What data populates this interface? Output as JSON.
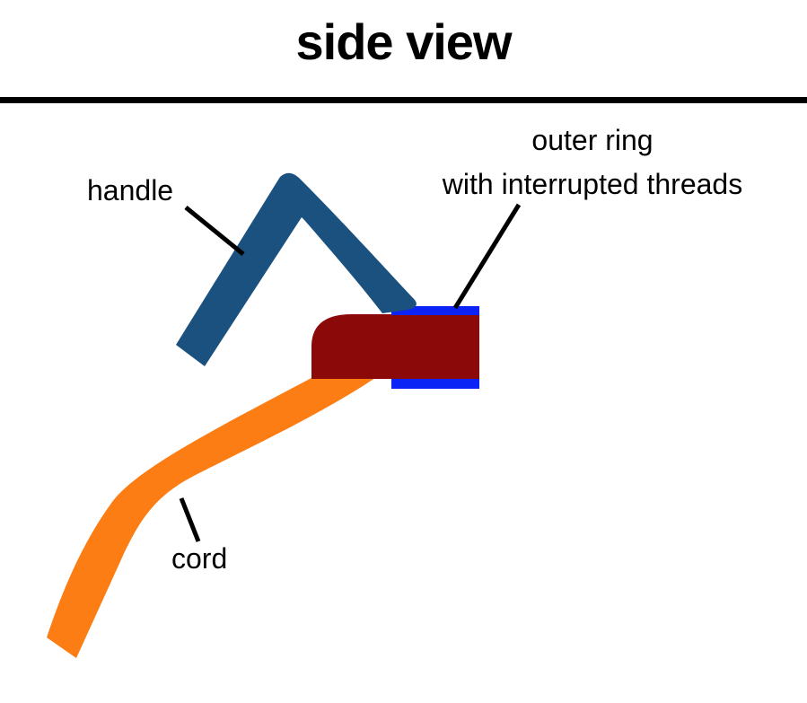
{
  "title": "side view",
  "labels": {
    "handle": "handle",
    "outer_ring_line1": "outer ring",
    "outer_ring_line2": "with interrupted threads",
    "cord": "cord"
  },
  "colors": {
    "handle": "#1B517E",
    "body": "#8B0909",
    "ring": "#0B24F5",
    "cord": "#FB7D14",
    "leader_line": "#000000",
    "divider": "#000000"
  }
}
